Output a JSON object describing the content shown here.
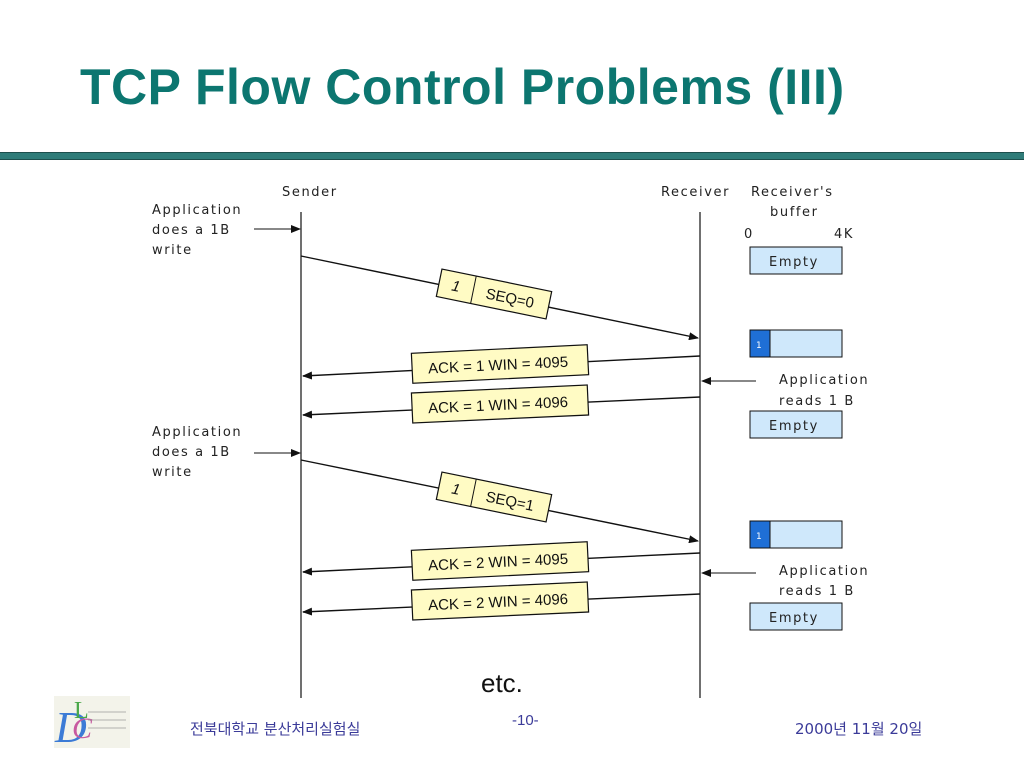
{
  "slide": {
    "title": "TCP Flow Control Problems (III)",
    "page_number": "-10-",
    "footer_left": "전북대학교 분산처리실험실",
    "footer_right": "2000년 11월 20일",
    "colors": {
      "title": "#0c7670",
      "rule": "#2f7c79",
      "footer": "#3b3b99",
      "message_fill": "#fffbc4",
      "buffer_fill": "#cfe8fb",
      "buffer_byte": "#1f6fd6"
    }
  },
  "diagram": {
    "sender_label": "Sender",
    "receiver_label": "Receiver",
    "buffer_label_line1": "Receiver's",
    "buffer_label_line2": "buffer",
    "buffer_scale_start": "0",
    "buffer_scale_end": "4K",
    "app_write_1": [
      "Application",
      "does a 1B",
      "write"
    ],
    "app_write_2": [
      "Application",
      "does a 1B",
      "write"
    ],
    "app_read_1": [
      "Application",
      "reads 1 B"
    ],
    "app_read_2": [
      "Application",
      "reads 1 B"
    ],
    "buffers": [
      {
        "label": "Empty"
      },
      {
        "label": "",
        "byte": "1"
      },
      {
        "label": "Empty"
      },
      {
        "label": "",
        "byte": "1"
      },
      {
        "label": "Empty"
      }
    ],
    "messages": [
      {
        "direction": "right",
        "byte": "1",
        "text": "SEQ=0"
      },
      {
        "direction": "left",
        "text": "ACK = 1 WIN = 4095"
      },
      {
        "direction": "left",
        "text": "ACK = 1 WIN = 4096"
      },
      {
        "direction": "right",
        "byte": "1",
        "text": "SEQ=1"
      },
      {
        "direction": "left",
        "text": "ACK = 2 WIN = 4095"
      },
      {
        "direction": "left",
        "text": "ACK = 2 WIN = 4096"
      }
    ],
    "footer_note": "etc."
  }
}
